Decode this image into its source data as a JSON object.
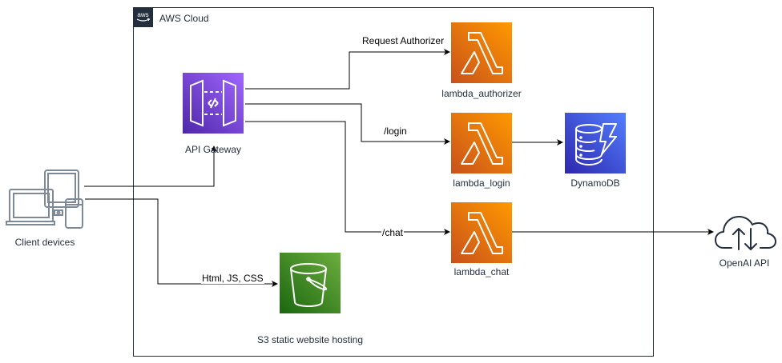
{
  "diagram": {
    "group": {
      "title": "AWS Cloud",
      "badge_icon": "aws-logo-icon"
    },
    "nodes": {
      "client": {
        "label": "Client devices",
        "icon": "client-devices-icon"
      },
      "api_gateway": {
        "label": "API Gateway",
        "icon": "api-gateway-icon",
        "color": "#8c4fff"
      },
      "lambda_authorizer": {
        "label": "lambda_authorizer",
        "icon": "lambda-icon",
        "color": "#ed7100"
      },
      "lambda_login": {
        "label": "lambda_login",
        "icon": "lambda-icon",
        "color": "#ed7100"
      },
      "lambda_chat": {
        "label": "lambda_chat",
        "icon": "lambda-icon",
        "color": "#ed7100"
      },
      "dynamodb": {
        "label": "DynamoDB",
        "icon": "dynamodb-icon",
        "color": "#3b48cc"
      },
      "s3": {
        "label": "S3 static website hosting",
        "icon": "s3-bucket-icon",
        "color": "#3f8624"
      },
      "openai": {
        "label": "OpenAI API",
        "icon": "cloud-upload-download-icon"
      }
    },
    "edges": [
      {
        "from": "api_gateway",
        "to": "lambda_authorizer",
        "label": "Request Authorizer"
      },
      {
        "from": "api_gateway",
        "to": "lambda_login",
        "label": "/login"
      },
      {
        "from": "api_gateway",
        "to": "lambda_chat",
        "label": "/chat"
      },
      {
        "from": "lambda_login",
        "to": "dynamodb",
        "label": ""
      },
      {
        "from": "lambda_chat",
        "to": "openai",
        "label": ""
      },
      {
        "from": "client",
        "to": "api_gateway",
        "label": ""
      },
      {
        "from": "client",
        "to": "s3",
        "label": "Html, JS, CSS"
      }
    ]
  }
}
